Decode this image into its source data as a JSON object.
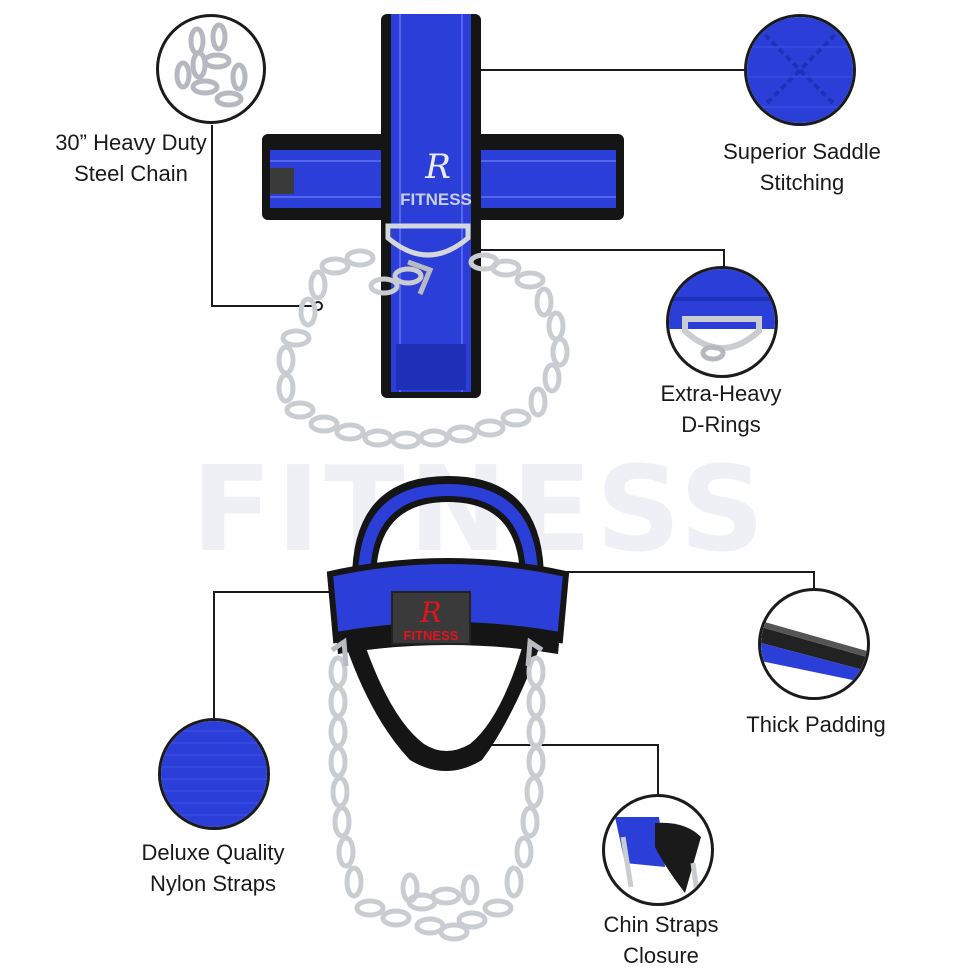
{
  "watermark": "FITNESS",
  "brand": {
    "logo_letter": "R",
    "logo_word": "FITNESS",
    "logo_color": "#e0141e"
  },
  "colors": {
    "strap_blue": "#2b3fd8",
    "padding_black": "#151515",
    "chain_steel": "#c9ccd1",
    "callout_line": "#1b1b1b"
  },
  "features": [
    {
      "id": "steel-chain",
      "line1": "30” Heavy Duty",
      "line2": "Steel Chain",
      "icon": "chain-closeup"
    },
    {
      "id": "saddle-stitching",
      "line1": "Superior Saddle",
      "line2": "Stitching",
      "icon": "stitching-closeup"
    },
    {
      "id": "d-rings",
      "line1": "Extra-Heavy",
      "line2": "D-Rings",
      "icon": "d-ring-closeup"
    },
    {
      "id": "thick-padding",
      "line1": "Thick Padding",
      "line2": "",
      "icon": "padding-closeup"
    },
    {
      "id": "nylon-straps",
      "line1": "Deluxe Quality",
      "line2": "Nylon Straps",
      "icon": "nylon-closeup"
    },
    {
      "id": "chin-straps",
      "line1": "Chin Straps",
      "line2": "Closure",
      "icon": "chin-strap-closeup"
    }
  ]
}
